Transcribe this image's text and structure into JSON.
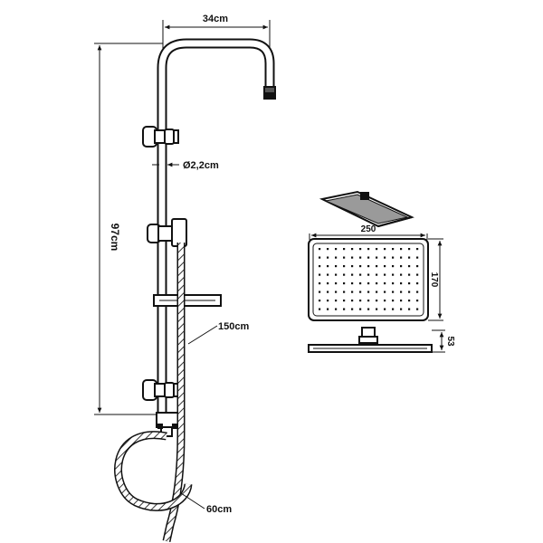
{
  "dimensions": {
    "arm_width": "34cm",
    "pipe_diameter": "Ø2,2cm",
    "total_height": "97cm",
    "hose_long": "150cm",
    "hose_short": "60cm",
    "head_width": "250",
    "head_depth": "170",
    "head_thickness": "53"
  },
  "colors": {
    "line": "#111111",
    "hose": "#333333",
    "background": "#ffffff"
  }
}
